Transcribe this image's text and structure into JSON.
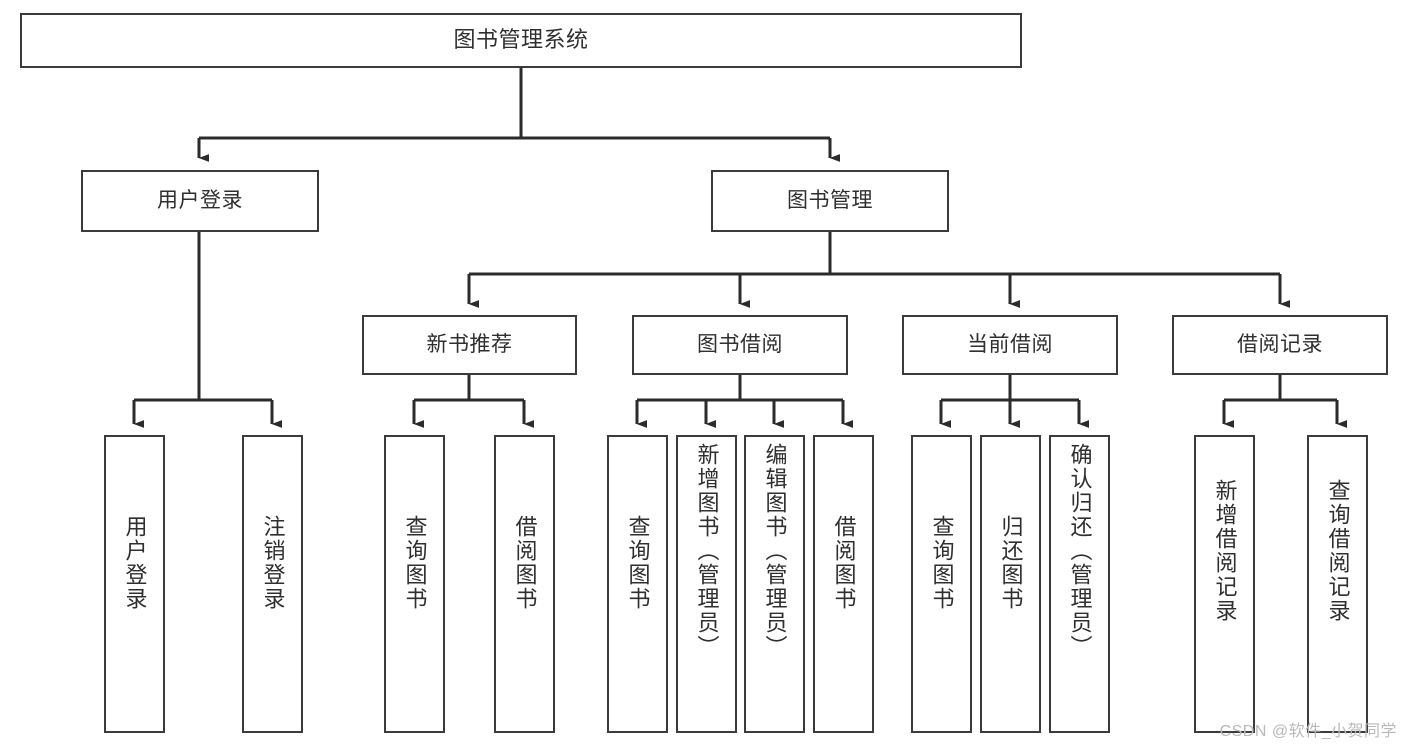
{
  "diagram": {
    "title": "图书管理系统",
    "type": "hierarchy-tree",
    "watermark": "CSDN @软件_小贺同学",
    "colors": {
      "box_border": "#3b3b3b",
      "box_fill": "#ffffff",
      "connector": "#2b2b2b",
      "text": "#2f2f2f",
      "watermark": "#b9b9b9",
      "background": "#ffffff"
    },
    "root": {
      "label": "图书管理系统"
    },
    "level2": [
      {
        "label": "用户登录"
      },
      {
        "label": "图书管理"
      }
    ],
    "level3": [
      {
        "label": "新书推荐"
      },
      {
        "label": "图书借阅"
      },
      {
        "label": "当前借阅"
      },
      {
        "label": "借阅记录"
      }
    ],
    "leaves": {
      "user_login": [
        {
          "label": "用户登录"
        },
        {
          "label": "注销登录"
        }
      ],
      "new_book_recommend": [
        {
          "label": "查询图书"
        },
        {
          "label": "借阅图书"
        }
      ],
      "book_borrow": [
        {
          "label": "查询图书"
        },
        {
          "label": "新增图书（管理员）"
        },
        {
          "label": "编辑图书（管理员）"
        },
        {
          "label": "借阅图书"
        }
      ],
      "current_borrow": [
        {
          "label": "查询图书"
        },
        {
          "label": "归还图书"
        },
        {
          "label": "确认归还（管理员）"
        }
      ],
      "borrow_record": [
        {
          "label": "新增借阅记录"
        },
        {
          "label": "查询借阅记录"
        }
      ]
    }
  }
}
